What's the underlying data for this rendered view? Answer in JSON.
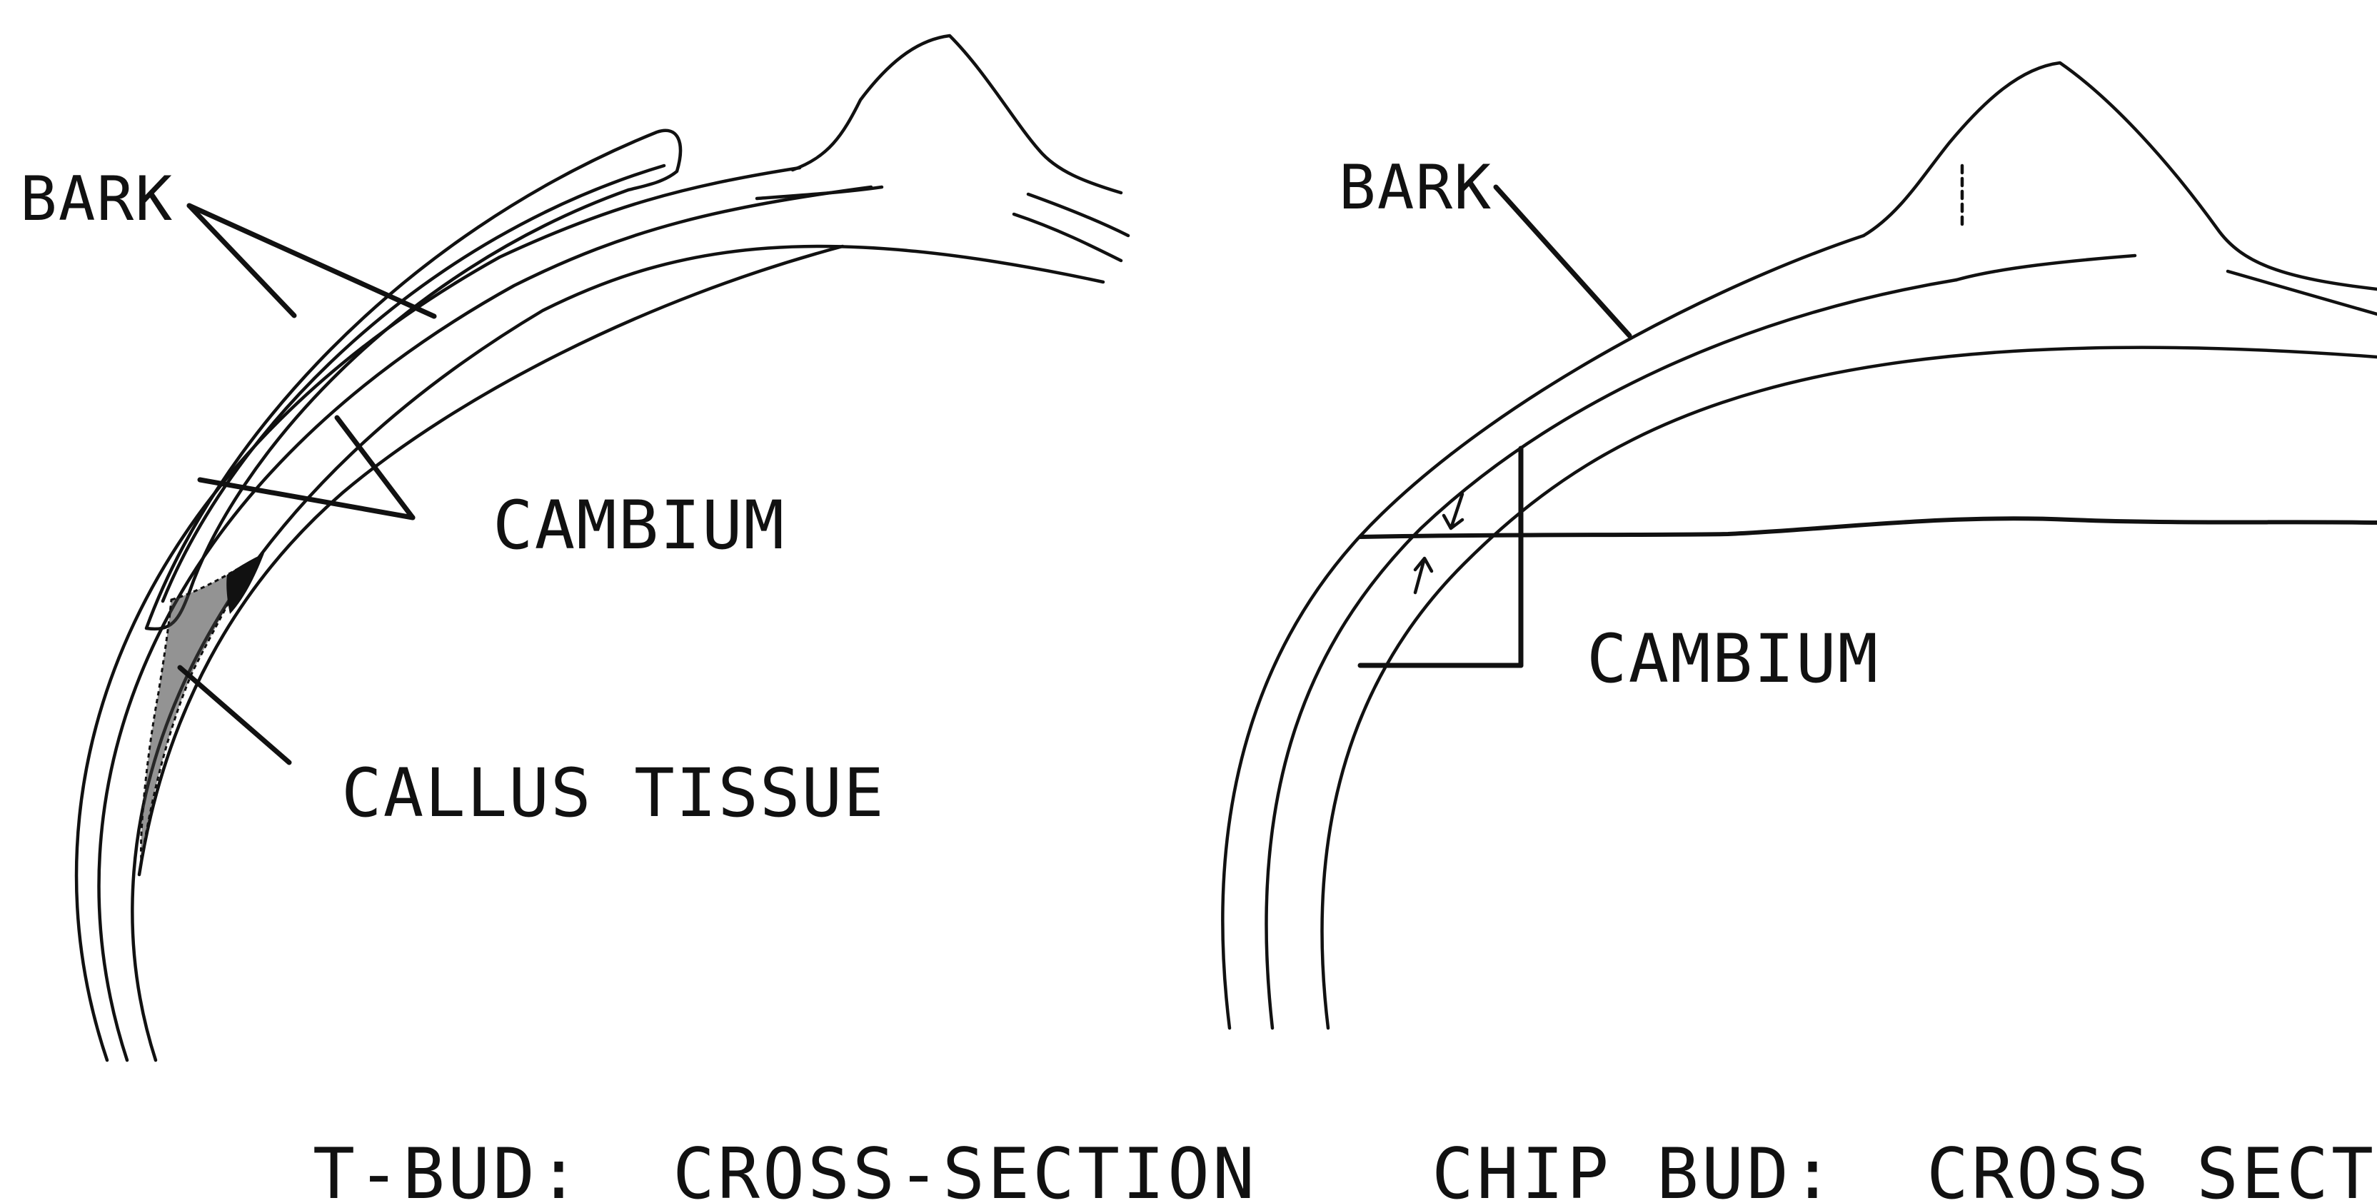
{
  "diagrams": {
    "t_bud": {
      "caption": "T-BUD:  CROSS-SECTION",
      "labels": {
        "bark": "BARK",
        "cambium": "CAMBIUM",
        "callus": "CALLUS TISSUE"
      }
    },
    "chip_bud": {
      "caption": "CHIP BUD:  CROSS SECTION",
      "labels": {
        "bark": "BARK",
        "cambium": "CAMBIUM"
      }
    }
  }
}
